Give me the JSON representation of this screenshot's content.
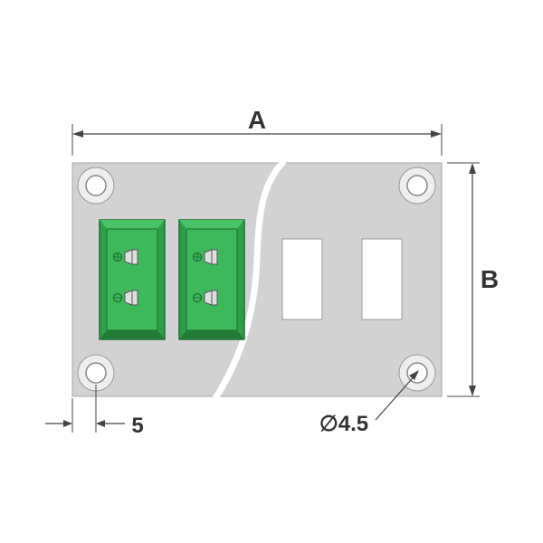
{
  "dimensions": {
    "width_label": "A",
    "height_label": "B",
    "offset_label": "5",
    "hole_label": "∅4.5"
  },
  "colors": {
    "plate": "#d2d2d2",
    "plate_edge": "#a6a6a6",
    "connector_body": "#2e9e48",
    "connector_face": "#3db85a",
    "connector_edge": "#1f6e33",
    "dimension_line": "#444444"
  },
  "icons": {
    "hole": "mounting-hole-icon",
    "connector": "thermocouple-socket-icon",
    "cutout": "rectangular-cutout-icon"
  }
}
